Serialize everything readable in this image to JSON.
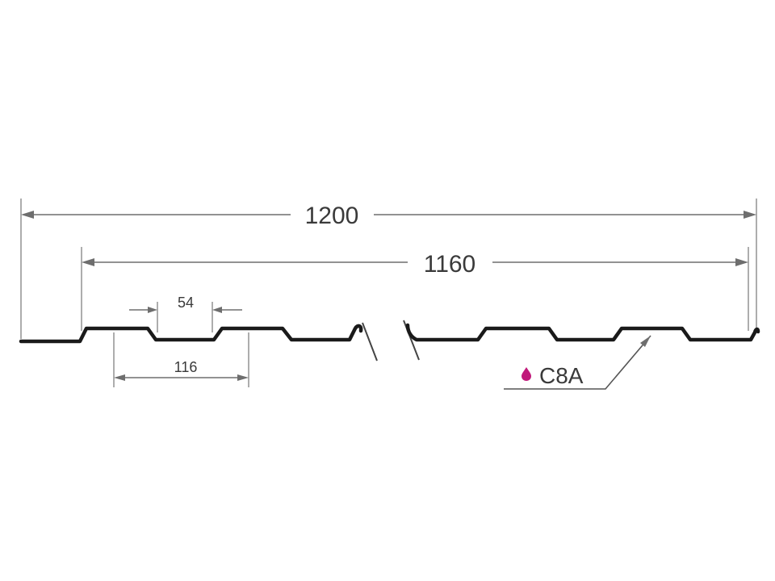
{
  "dimensions": {
    "overall_width": "1200",
    "effective_width": "1160",
    "rib_top_width": "54",
    "rib_pitch": "116"
  },
  "profile": {
    "code": "C8A",
    "marker_color": "#c0187a"
  },
  "colors": {
    "profile": "#1a1a1a",
    "dimension": "#6e6e6e",
    "text": "#3a3a3a"
  }
}
